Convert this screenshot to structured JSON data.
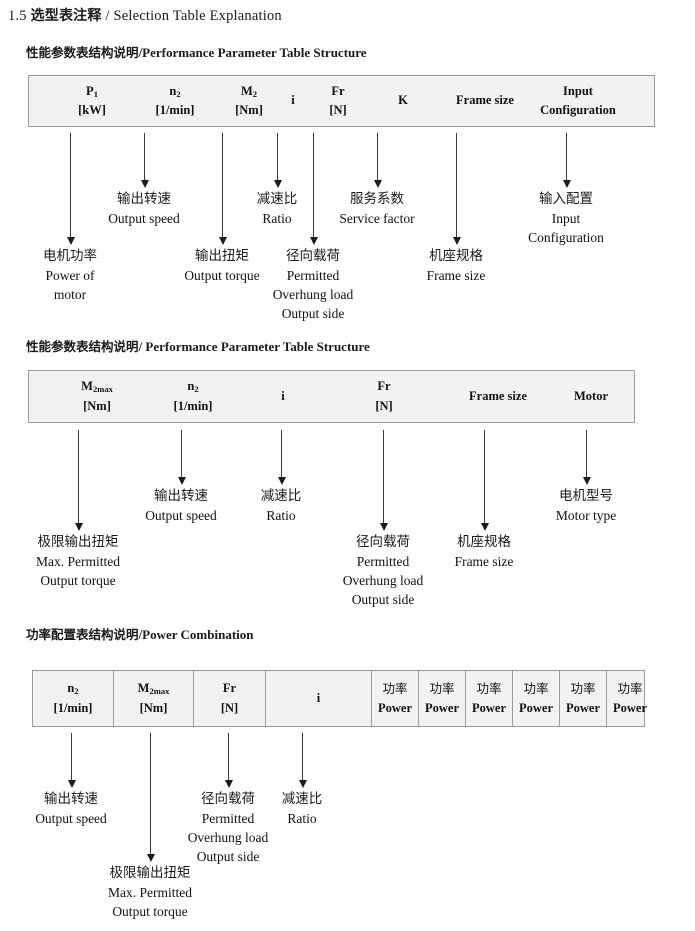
{
  "document": {
    "number": "1.5",
    "title_cn": "选型表注释",
    "separator": "/",
    "title_en": "Selection Table Explanation"
  },
  "sections": [
    {
      "id": "performance-parameter-1",
      "heading_cn": "性能参数表结构说明",
      "heading_sep": "/",
      "heading_en": "Performance Parameter Table Structure",
      "table": {
        "columns": [
          {
            "symbol": "P",
            "sub": "1",
            "unit": "[kW]"
          },
          {
            "symbol": "n",
            "sub": "2",
            "unit": "[1/min]"
          },
          {
            "symbol": "M",
            "sub": "2",
            "unit": "[Nm]"
          },
          {
            "symbol": "i",
            "sub": "",
            "unit": ""
          },
          {
            "symbol": "Fr",
            "sub": "",
            "unit": "[N]"
          },
          {
            "symbol": "K",
            "sub": "",
            "unit": ""
          },
          {
            "symbol": "Frame size",
            "sub": "",
            "unit": ""
          },
          {
            "symbol": "Input",
            "sub": "",
            "unit": "Configuration"
          }
        ]
      },
      "annotations": [
        {
          "cn": "电机功率",
          "en": [
            "Power of",
            "motor"
          ]
        },
        {
          "cn": "输出转速",
          "en": [
            "Output speed"
          ]
        },
        {
          "cn": "输出扭矩",
          "en": [
            "Output torque"
          ]
        },
        {
          "cn": "减速比",
          "en": [
            "Ratio"
          ]
        },
        {
          "cn": "径向载荷",
          "en": [
            "Permitted",
            "Overhung load",
            "Output side"
          ]
        },
        {
          "cn": "服务系数",
          "en": [
            "Service factor"
          ]
        },
        {
          "cn": "机座规格",
          "en": [
            "Frame size"
          ]
        },
        {
          "cn": "输入配置",
          "en": [
            "Input",
            "Configuration"
          ]
        }
      ]
    },
    {
      "id": "performance-parameter-2",
      "heading_cn": "性能参数表结构说明",
      "heading_sep": "/",
      "heading_en": "Performance Parameter Table Structure",
      "table": {
        "columns": [
          {
            "symbol": "M",
            "sub": "2max",
            "unit": "[Nm]"
          },
          {
            "symbol": "n",
            "sub": "2",
            "unit": "[1/min]"
          },
          {
            "symbol": "i",
            "sub": "",
            "unit": ""
          },
          {
            "symbol": "Fr",
            "sub": "",
            "unit": "[N]"
          },
          {
            "symbol": "Frame size",
            "sub": "",
            "unit": ""
          },
          {
            "symbol": "Motor",
            "sub": "",
            "unit": ""
          }
        ]
      },
      "annotations": [
        {
          "cn": "极限输出扭矩",
          "en": [
            "Max. Permitted",
            "Output  torque"
          ]
        },
        {
          "cn": "输出转速",
          "en": [
            "Output speed"
          ]
        },
        {
          "cn": "减速比",
          "en": [
            "Ratio"
          ]
        },
        {
          "cn": "径向载荷",
          "en": [
            "Permitted",
            "Overhung load",
            "Output side"
          ]
        },
        {
          "cn": "机座规格",
          "en": [
            "Frame size"
          ]
        },
        {
          "cn": "电机型号",
          "en": [
            "Motor type"
          ]
        }
      ]
    },
    {
      "id": "power-combination",
      "heading_cn": "功率配置表结构说明",
      "heading_sep": "/",
      "heading_en": "Power Combination",
      "table": {
        "columns": [
          {
            "symbol": "n",
            "sub": "2",
            "unit": "[1/min]"
          },
          {
            "symbol": "M",
            "sub": "2max",
            "unit": "[Nm]"
          },
          {
            "symbol": "Fr",
            "sub": "",
            "unit": "[N]"
          },
          {
            "symbol": "i",
            "sub": "",
            "unit": ""
          },
          {
            "symbol_cn": "功率",
            "sub": "",
            "unit": "Power"
          },
          {
            "symbol_cn": "功率",
            "sub": "",
            "unit": "Power"
          },
          {
            "symbol_cn": "功率",
            "sub": "",
            "unit": "Power"
          },
          {
            "symbol_cn": "功率",
            "sub": "",
            "unit": "Power"
          },
          {
            "symbol_cn": "功率",
            "sub": "",
            "unit": "Power"
          },
          {
            "symbol_cn": "功率",
            "sub": "",
            "unit": "Power"
          }
        ]
      },
      "annotations": [
        {
          "cn": "输出转速",
          "en": [
            "Output speed"
          ]
        },
        {
          "cn": "极限输出扭矩",
          "en": [
            "Max. Permitted",
            "Output  torque"
          ]
        },
        {
          "cn": "径向载荷",
          "en": [
            "Permitted",
            "Overhung load",
            "Output side"
          ]
        },
        {
          "cn": "减速比",
          "en": [
            "Ratio"
          ]
        }
      ]
    }
  ]
}
